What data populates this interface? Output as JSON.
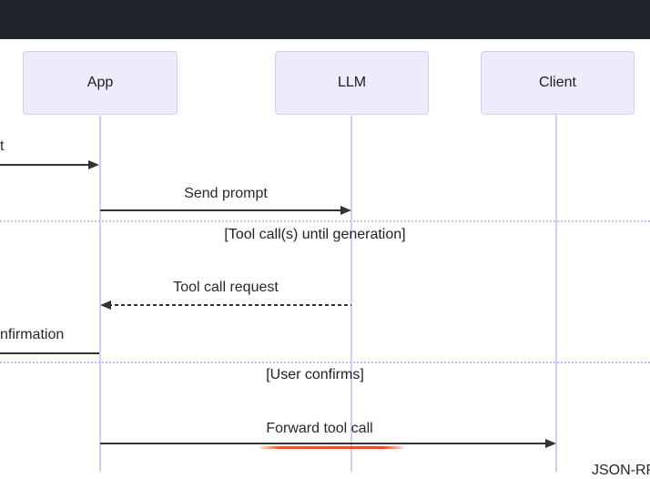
{
  "header": {
    "background": "#1F232B"
  },
  "diagram": {
    "type": "sequence-diagram",
    "actors": [
      {
        "id": "app",
        "label": "App"
      },
      {
        "id": "llm",
        "label": "LLM"
      },
      {
        "id": "client",
        "label": "Client"
      }
    ],
    "messages": {
      "incoming_request": {
        "label_fragment": "t",
        "style": "solid",
        "to": "App",
        "note": "arrow from off-screen left into App lifeline"
      },
      "send_prompt": {
        "label": "Send prompt",
        "style": "solid",
        "from": "App",
        "to": "LLM"
      },
      "tool_call_request": {
        "label": "Tool call request",
        "style": "dashed",
        "from": "LLM",
        "to": "App"
      },
      "confirmation": {
        "label_fragment": "nfirmation",
        "style": "solid",
        "from": "App",
        "note": "line exits off-screen left"
      },
      "forward_tool_call": {
        "label": "Forward tool call",
        "style": "solid",
        "from": "App",
        "to": "Client"
      },
      "json_rpc": {
        "label_fragment": "JSON-RP",
        "note": "cut off at bottom-right edge"
      }
    },
    "sections": {
      "tool_loop": {
        "label": "[Tool call(s) until generation]"
      },
      "user_confirms": {
        "label": "[User confirms]"
      }
    },
    "colors": {
      "actor_fill": "#ECECFB",
      "actor_border": "#D3D0EA",
      "lifeline": "#D6CCF2",
      "separator": "#C9BCF2",
      "arrow": "#333333",
      "annotation_red": "#EF5233",
      "header_bar": "#1F232B"
    }
  }
}
